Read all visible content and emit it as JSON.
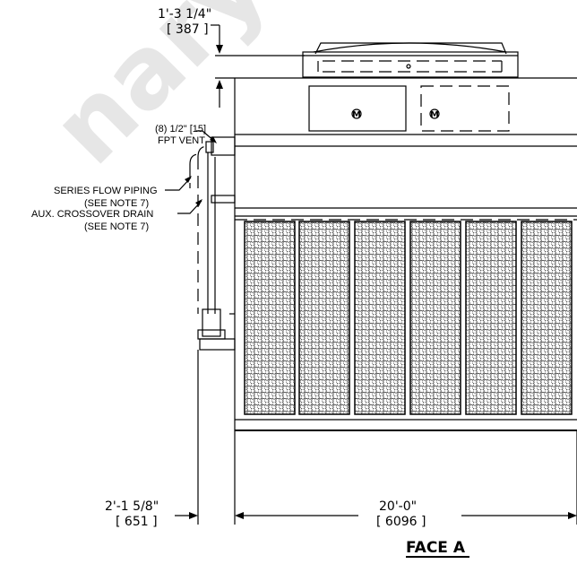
{
  "watermark": {
    "text": "nary"
  },
  "dimensions": {
    "top_height": {
      "imperial": "1'-3 1/4\"",
      "metric": "[ 387 ]"
    },
    "left_offset": {
      "imperial": "2'-1 5/8\"",
      "metric": "[ 651 ]"
    },
    "width": {
      "imperial": "20'-0\"",
      "metric": "[ 6096 ]"
    }
  },
  "callouts": {
    "vent_line1": "(8) 1/2\" [15]",
    "vent_line2": "FPT VENT",
    "series_line1": "SERIES FLOW PIPING",
    "series_line2": "(SEE NOTE 7)",
    "drain_line1": "AUX. CROSSOVER DRAIN",
    "drain_line2": "(SEE NOTE 7)"
  },
  "motor_symbol": "M",
  "face_label": "FACE A",
  "colors": {
    "line": "#000000",
    "watermark": "#e6e6e6",
    "background": "#ffffff"
  }
}
